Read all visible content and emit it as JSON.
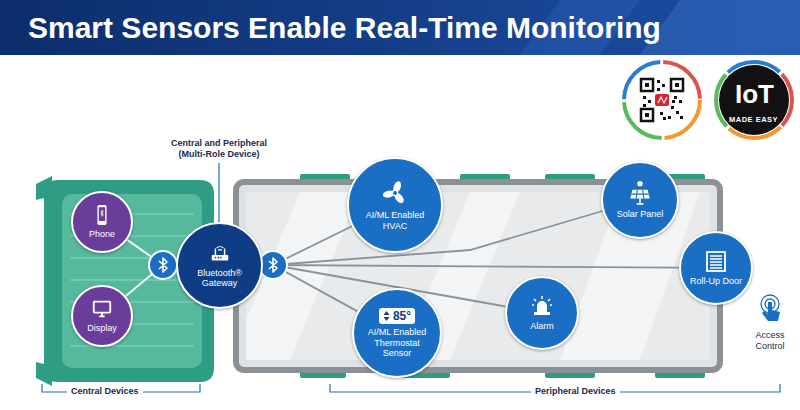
{
  "diagram": {
    "title": "Smart Sensors Enable Real-Time Monitoring",
    "nodes": [
      {
        "text": [
          "Phone"
        ]
      },
      {
        "text": [
          "Display"
        ]
      },
      {
        "text": [
          "Bluetooth® Gateway"
        ]
      },
      {
        "text": [
          "AI/ML Enabled HVAC"
        ]
      },
      {
        "text": [
          "Solar Panel"
        ]
      },
      {
        "text": [
          "Roll-Up Door"
        ]
      },
      {
        "text": [
          "Alarm"
        ]
      },
      {
        "text": [
          "85°",
          "AI/ML Enabled Thermostat Sensor"
        ]
      }
    ],
    "edges": [
      {
        "from": 0,
        "to": 2,
        "arrow": "none"
      },
      {
        "from": 1,
        "to": 2,
        "arrow": "none"
      },
      {
        "from": 2,
        "to": 3,
        "arrow": "none"
      },
      {
        "from": 2,
        "to": 4,
        "arrow": "none"
      },
      {
        "from": 2,
        "to": 5,
        "arrow": "none"
      },
      {
        "from": 2,
        "to": 6,
        "arrow": "none"
      },
      {
        "from": 2,
        "to": 7,
        "arrow": "none"
      }
    ],
    "labels": [
      "Central and Peripheral (Multi-Role Device)",
      "Central Devices",
      "Peripheral Devices",
      "Access Control",
      "IoT",
      "MADE EASY"
    ]
  }
}
